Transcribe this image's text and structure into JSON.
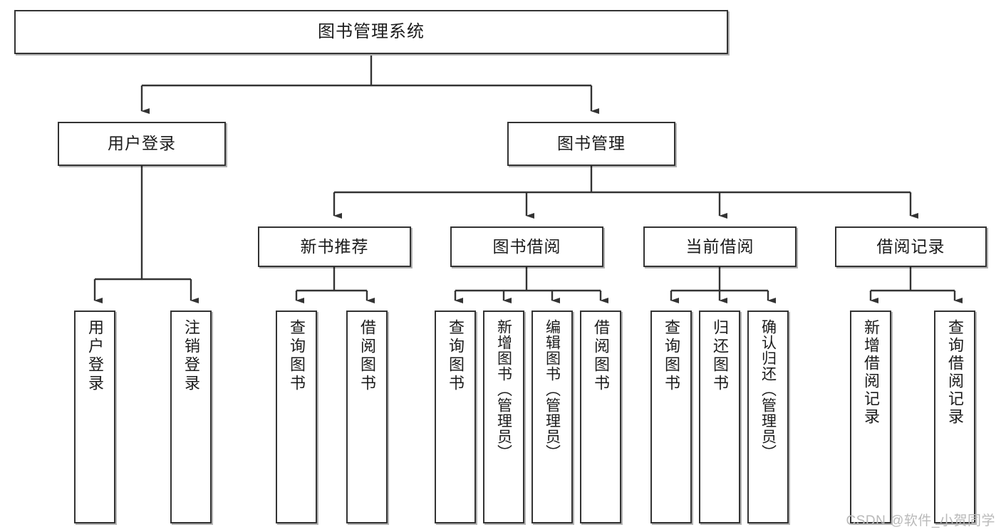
{
  "diagram": {
    "type": "tree-hierarchy",
    "title": "图书管理系统",
    "orientation": "top-down",
    "colors": {
      "node_border": "#333333",
      "node_fill": "#ffffff",
      "edge": "#333333",
      "text": "#1b1b1b",
      "watermark": "#b9b9b9",
      "background": "#ffffff"
    },
    "root": {
      "label": "图书管理系统"
    },
    "level2": [
      {
        "label": "用户登录"
      },
      {
        "label": "图书管理"
      }
    ],
    "level3": [
      {
        "label": "新书推荐"
      },
      {
        "label": "图书借阅"
      },
      {
        "label": "当前借阅"
      },
      {
        "label": "借阅记录"
      }
    ],
    "leaves": {
      "user_login": [
        {
          "label": "用户登录"
        },
        {
          "label": "注销登录"
        }
      ],
      "new_book_recommend": [
        {
          "label": "查询图书"
        },
        {
          "label": "借阅图书"
        }
      ],
      "book_borrow": [
        {
          "label": "查询图书"
        },
        {
          "label": "新增图书（管理员）"
        },
        {
          "label": "编辑图书（管理员）"
        },
        {
          "label": "借阅图书"
        }
      ],
      "current_borrow": [
        {
          "label": "查询图书"
        },
        {
          "label": "归还图书"
        },
        {
          "label": "确认归还（管理员）"
        }
      ],
      "borrow_record": [
        {
          "label": "新增借阅记录"
        },
        {
          "label": "查询借阅记录"
        }
      ]
    },
    "watermark": "CSDN @软件_小贺同学"
  }
}
